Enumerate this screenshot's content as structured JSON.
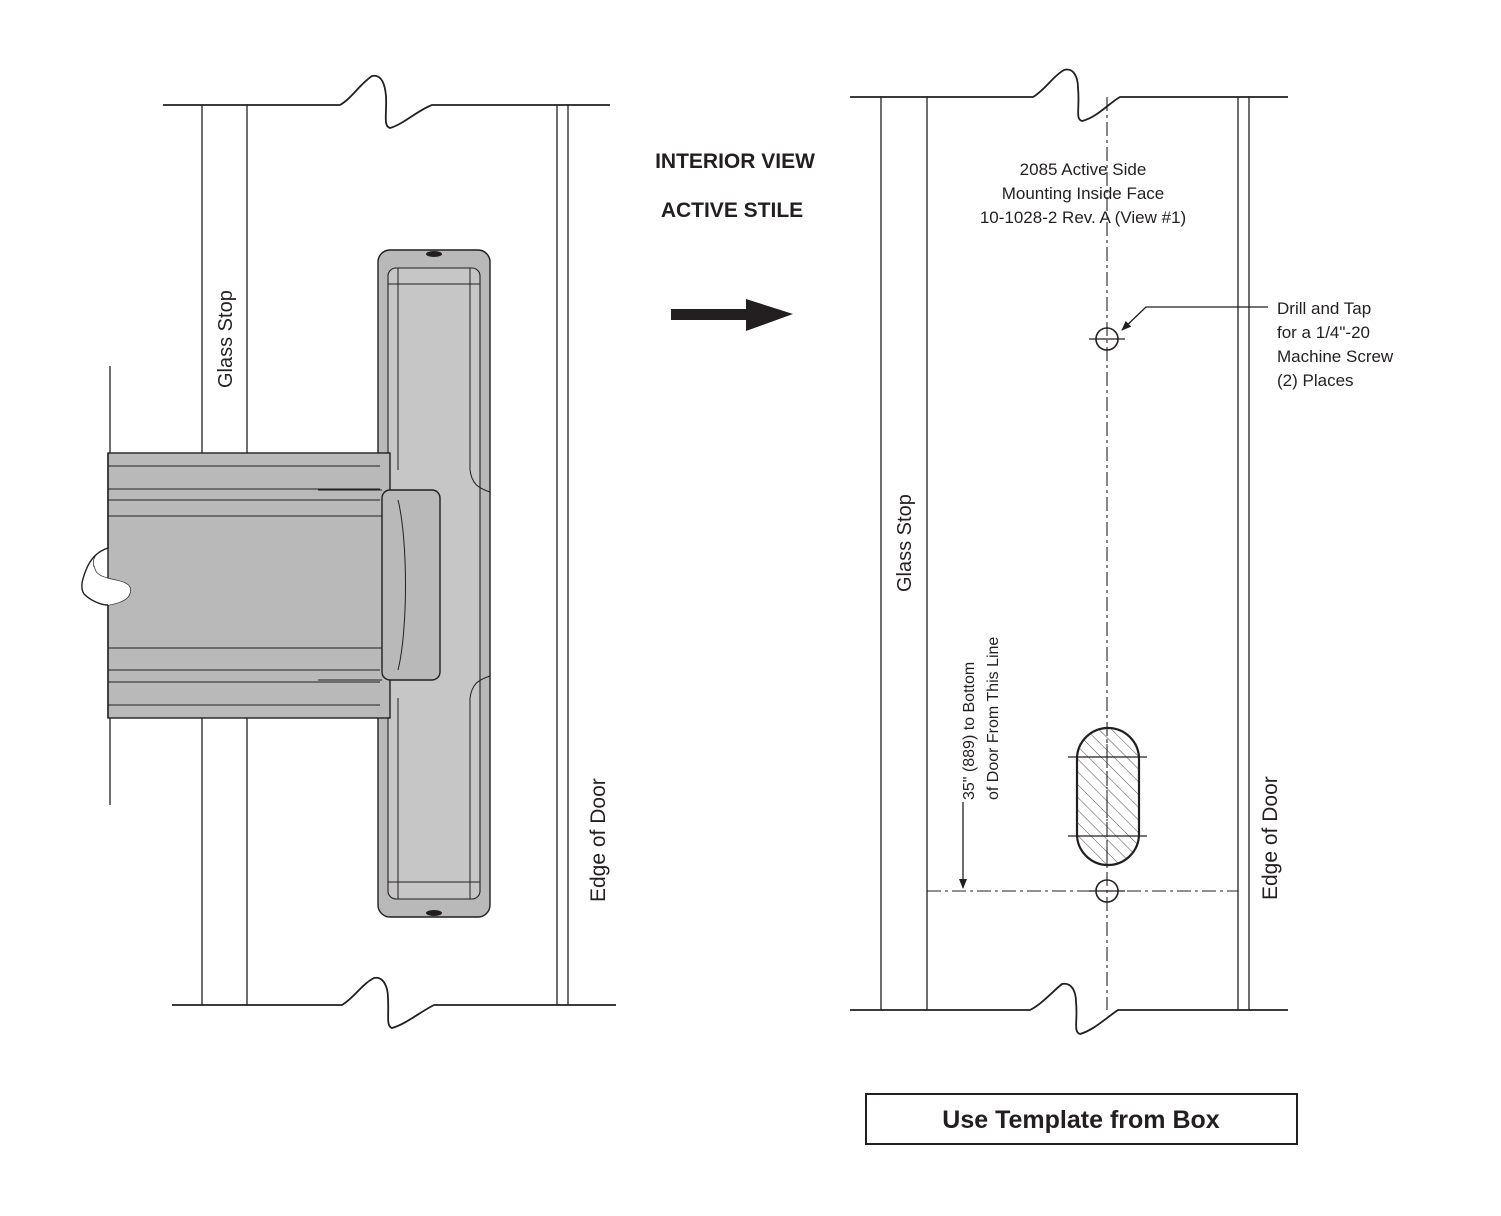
{
  "header": {
    "line1": "INTERIOR VIEW",
    "line2": "ACTIVE STILE"
  },
  "left_view": {
    "glass_stop_label": "Glass Stop",
    "edge_label": "Edge of Door"
  },
  "right_view": {
    "glass_stop_label": "Glass Stop",
    "edge_label": "Edge of Door",
    "title_lines": [
      "2085 Active Side",
      "Mounting Inside Face",
      "10-1028-2 Rev. A (View #1)"
    ],
    "drill_note_lines": [
      "Drill and Tap",
      "for a 1/4\"-20",
      "Machine Screw",
      "(2) Places"
    ],
    "dimension_lines": [
      "35\" (889) to Bottom",
      "of Door From This Line"
    ]
  },
  "template_button": {
    "label": "Use Template from Box"
  },
  "colors": {
    "line": "#231f20",
    "part_fill": "#b9b9b9"
  }
}
